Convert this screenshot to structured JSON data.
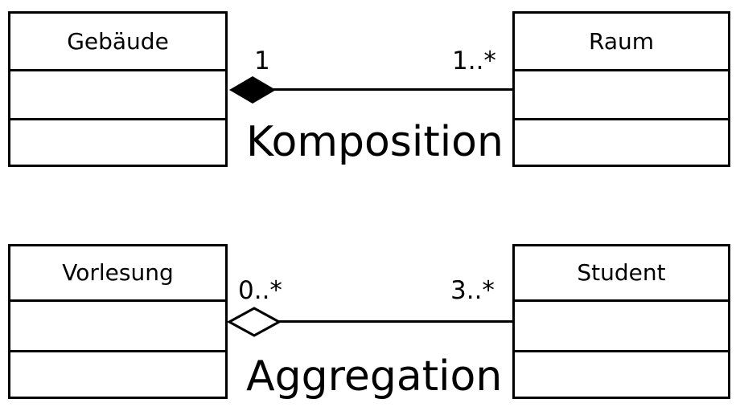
{
  "colors": {
    "stroke": "#000000",
    "fill": "#ffffff"
  },
  "classes": {
    "gebaeude": {
      "name": "Gebäude",
      "attributes": "",
      "operations": ""
    },
    "raum": {
      "name": "Raum",
      "attributes": "",
      "operations": ""
    },
    "vorlesung": {
      "name": "Vorlesung",
      "attributes": "",
      "operations": ""
    },
    "student": {
      "name": "Student",
      "attributes": "",
      "operations": ""
    }
  },
  "relationships": {
    "komposition": {
      "label": "Komposition",
      "type": "composition",
      "diamond": "filled",
      "diamond_side": "Gebäude",
      "left_class": "Gebäude",
      "right_class": "Raum",
      "left_multiplicity": "1",
      "right_multiplicity": "1..*"
    },
    "aggregation": {
      "label": "Aggregation",
      "type": "aggregation",
      "diamond": "hollow",
      "diamond_side": "Vorlesung",
      "left_class": "Vorlesung",
      "right_class": "Student",
      "left_multiplicity": "0..*",
      "right_multiplicity": "3..*"
    }
  }
}
